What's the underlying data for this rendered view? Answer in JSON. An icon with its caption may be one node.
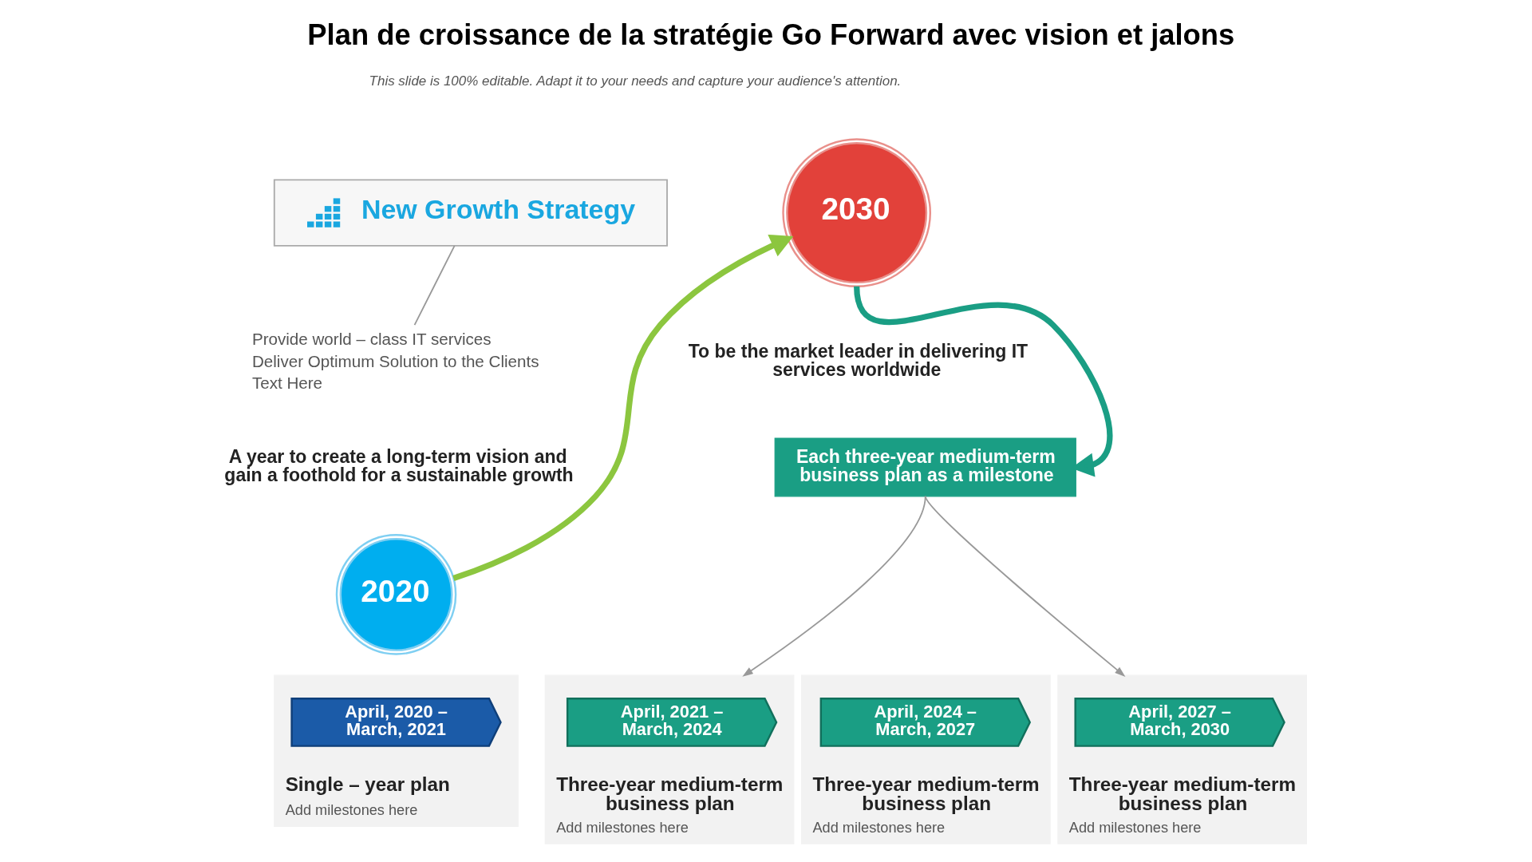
{
  "diagram": {
    "title": "Plan de croissance de la stratégie Go Forward avec vision et jalons",
    "nodes": [
      {
        "text": [
          "New Growth Strategy"
        ]
      },
      {
        "text": [
          "Provide world – class IT services",
          "Deliver Optimum Solution to the Clients",
          "Text Here"
        ]
      },
      {
        "text": [
          "2020"
        ],
        "beside": [
          "A year to create a long-term vision and gain a foothold for a sustainable growth"
        ]
      },
      {
        "text": [
          "2030"
        ],
        "beside": [
          "To be the market leader in delivering IT services worldwide"
        ]
      },
      {
        "text": [
          "Each three-year medium-term business plan as a milestone"
        ]
      },
      {
        "text": [
          "Single – year plan",
          "Add milestones here"
        ]
      },
      {
        "text": [
          "April, 2020 – March, 2021"
        ],
        "in": 5
      },
      {
        "text": [
          "Three-year medium-term business plan",
          "Add milestones here"
        ]
      },
      {
        "text": [
          "April, 2021 – March, 2024"
        ],
        "in": 7
      },
      {
        "text": [
          "Three-year medium-term business plan",
          "Add milestones here"
        ]
      },
      {
        "text": [
          "April, 2024 – March, 2027"
        ],
        "in": 9
      },
      {
        "text": [
          "Three-year medium-term business plan",
          "Add milestones here"
        ]
      },
      {
        "text": [
          "April, 2027 – March, 2030"
        ],
        "in": 11
      }
    ],
    "edges": [
      {
        "from": 0,
        "to": 1,
        "arrow": "none"
      },
      {
        "from": 2,
        "to": 3,
        "arrow": "to",
        "style": "thick",
        "color": "#8cc63f"
      },
      {
        "from": 3,
        "to": 4,
        "arrow": "to",
        "style": "thick",
        "color": "#1a9e84"
      },
      {
        "from": 4,
        "to": 7,
        "arrow": "to"
      },
      {
        "from": 4,
        "to": 11,
        "arrow": "to"
      }
    ],
    "labels": [
      "This slide is 100% editable. Adapt it to your needs and capture your audience's attention."
    ]
  }
}
